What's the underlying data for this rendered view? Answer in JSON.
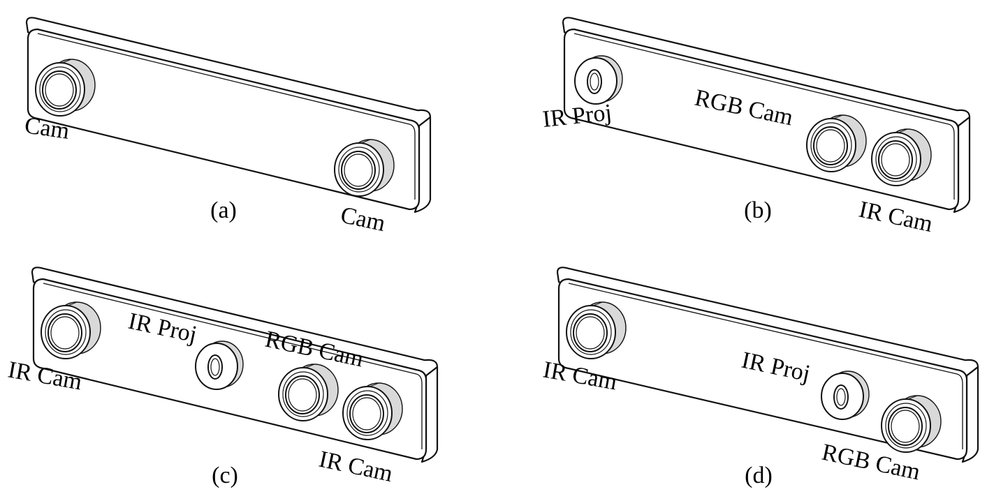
{
  "panels": [
    {
      "id": "a",
      "caption": "(a)",
      "components": [
        {
          "label": "Cam",
          "kind": "camera"
        },
        {
          "label": "Cam",
          "kind": "camera"
        }
      ]
    },
    {
      "id": "b",
      "caption": "(b)",
      "components": [
        {
          "label": "IR Proj",
          "kind": "projector"
        },
        {
          "label": "RGB Cam",
          "kind": "camera"
        },
        {
          "label": "IR Cam",
          "kind": "camera"
        }
      ]
    },
    {
      "id": "c",
      "caption": "(c)",
      "components": [
        {
          "label": "IR Cam",
          "kind": "camera"
        },
        {
          "label": "IR Proj",
          "kind": "projector"
        },
        {
          "label": "RGB Cam",
          "kind": "camera"
        },
        {
          "label": "IR Cam",
          "kind": "camera"
        }
      ]
    },
    {
      "id": "d",
      "caption": "(d)",
      "components": [
        {
          "label": "IR Cam",
          "kind": "camera"
        },
        {
          "label": "IR Proj",
          "kind": "projector"
        },
        {
          "label": "RGB Cam",
          "kind": "camera"
        }
      ]
    }
  ]
}
